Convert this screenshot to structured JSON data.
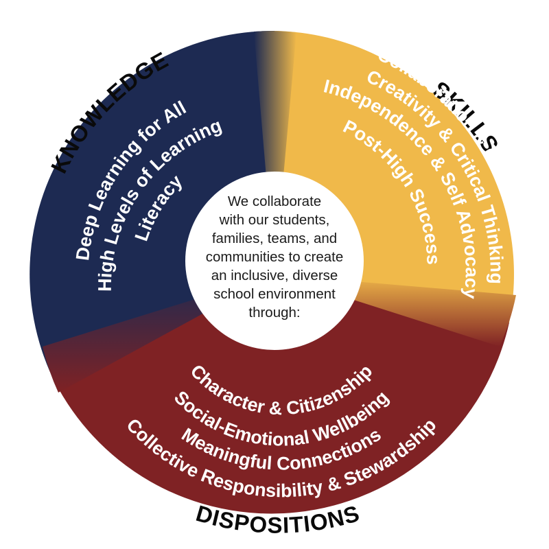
{
  "colors": {
    "navy": "#1d2a52",
    "gold": "#f0b94a",
    "maroon": "#7f2224",
    "center": "#ffffff",
    "label": "#0a0a0a"
  },
  "labels": {
    "knowledge": "KNOWLEDGE",
    "skills": "SKILLS",
    "dispositions": "DISPOSITIONS"
  },
  "knowledge_lines": [
    "Deep Learning for All",
    "High Levels of Learning",
    "Literacy"
  ],
  "skills_lines": [
    "Collaboration & Communication",
    "Creativity & Critical Thinking",
    "Independence & Self Advocacy",
    "Post-High Success"
  ],
  "dispositions_lines": [
    "Character & Citizenship",
    "Social-Emotional Wellbeing",
    "Meaningful Connections",
    "Collective Responsibility & Stewardship"
  ],
  "center_lines": [
    "We collaborate",
    "with our students,",
    "families, teams, and",
    "communities to create",
    "an inclusive, diverse",
    "school environment",
    "through:"
  ]
}
